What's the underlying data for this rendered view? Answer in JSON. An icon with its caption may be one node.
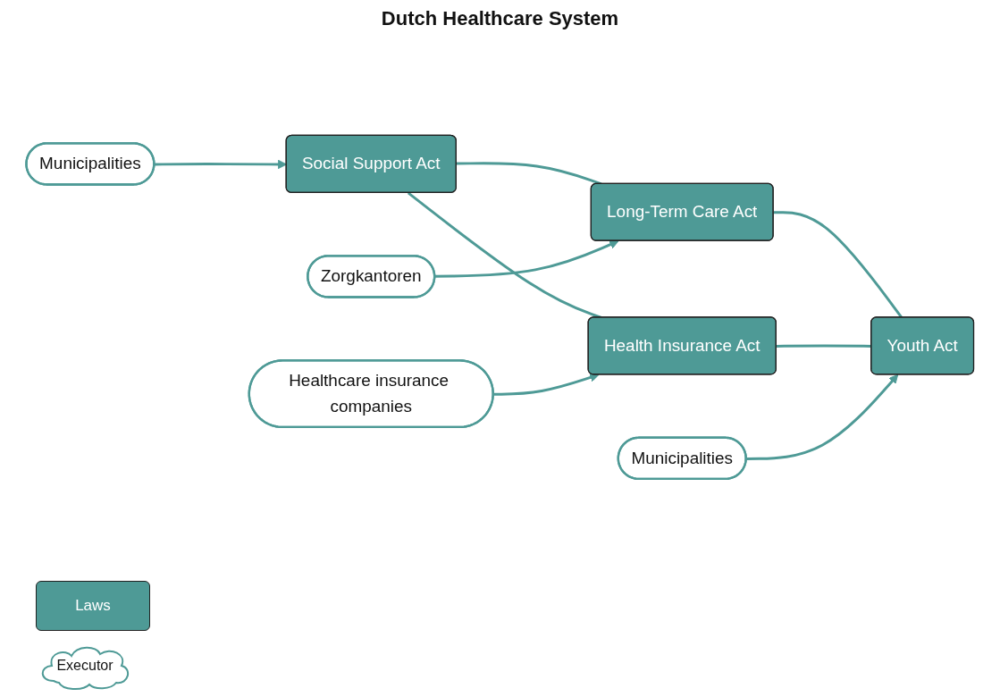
{
  "diagram": {
    "title": "Dutch Healthcare System",
    "nodes": [
      {
        "text": [
          "Municipalities"
        ]
      },
      {
        "text": [
          "Social Support Act"
        ]
      },
      {
        "text": [
          "Long-Term Care Act"
        ]
      },
      {
        "text": [
          "Zorgkantoren"
        ]
      },
      {
        "text": [
          "Health Insurance Act"
        ]
      },
      {
        "text": [
          "Youth Act"
        ]
      },
      {
        "text": [
          "Healthcare insurance companies"
        ]
      },
      {
        "text": [
          "Municipalities"
        ]
      }
    ],
    "edges": [
      {
        "from": 0,
        "to": 1,
        "arrow": "to"
      },
      {
        "from": 1,
        "to": 2,
        "arrow": "none"
      },
      {
        "from": 3,
        "to": 2,
        "arrow": "to"
      },
      {
        "from": 1,
        "to": 4,
        "arrow": "none"
      },
      {
        "from": 2,
        "to": 5,
        "arrow": "none"
      },
      {
        "from": 4,
        "to": 5,
        "arrow": "none"
      },
      {
        "from": 6,
        "to": 4,
        "arrow": "to"
      },
      {
        "from": 7,
        "to": 5,
        "arrow": "to"
      }
    ],
    "legend": [
      {
        "text": "Laws"
      },
      {
        "text": "Executor"
      }
    ]
  }
}
